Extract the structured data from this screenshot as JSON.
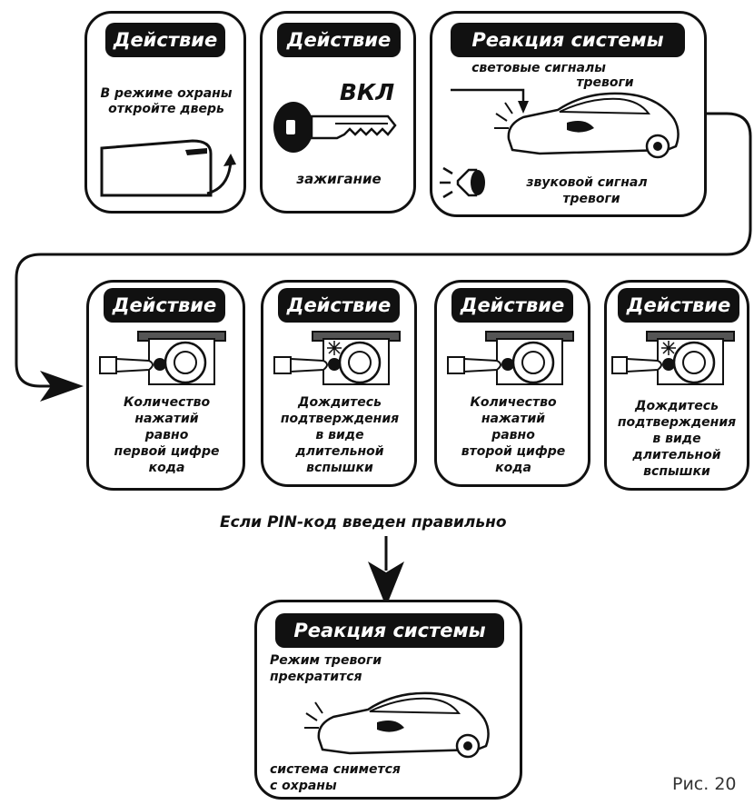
{
  "top_row": {
    "box1": {
      "header": "Действие",
      "text_line1": "В режиме охраны",
      "text_line2": "откройте дверь"
    },
    "box2": {
      "header": "Действие",
      "key_text": "ВКЛ",
      "caption": "зажигание"
    },
    "box3": {
      "header": "Реакция системы",
      "light_line1": "световые сигналы",
      "light_line2": "тревоги",
      "sound_line1": "звуковой сигнал",
      "sound_line2": "тревоги"
    }
  },
  "second_row": [
    {
      "header": "Действие",
      "lines": [
        "Количество",
        "нажатий",
        "равно",
        "первой цифре",
        "кода"
      ]
    },
    {
      "header": "Действие",
      "lines": [
        "Дождитесь",
        "подтверждения",
        "в виде",
        "длительной",
        "вспышки"
      ]
    },
    {
      "header": "Действие",
      "lines": [
        "Количество",
        "нажатий",
        "равно",
        "второй цифре",
        "кода"
      ]
    },
    {
      "header": "Действие",
      "lines": [
        "Дождитесь",
        "подтверждения",
        "в виде",
        "длительной",
        "вспышки"
      ]
    }
  ],
  "condition": "Если PIN-код введен правильно",
  "bottom_box": {
    "header": "Реакция системы",
    "top_line1": "Режим тревоги",
    "top_line2": "прекратится",
    "bottom_line1": "система снимется",
    "bottom_line2": "с охраны"
  },
  "figure_label": "Рис. 20"
}
